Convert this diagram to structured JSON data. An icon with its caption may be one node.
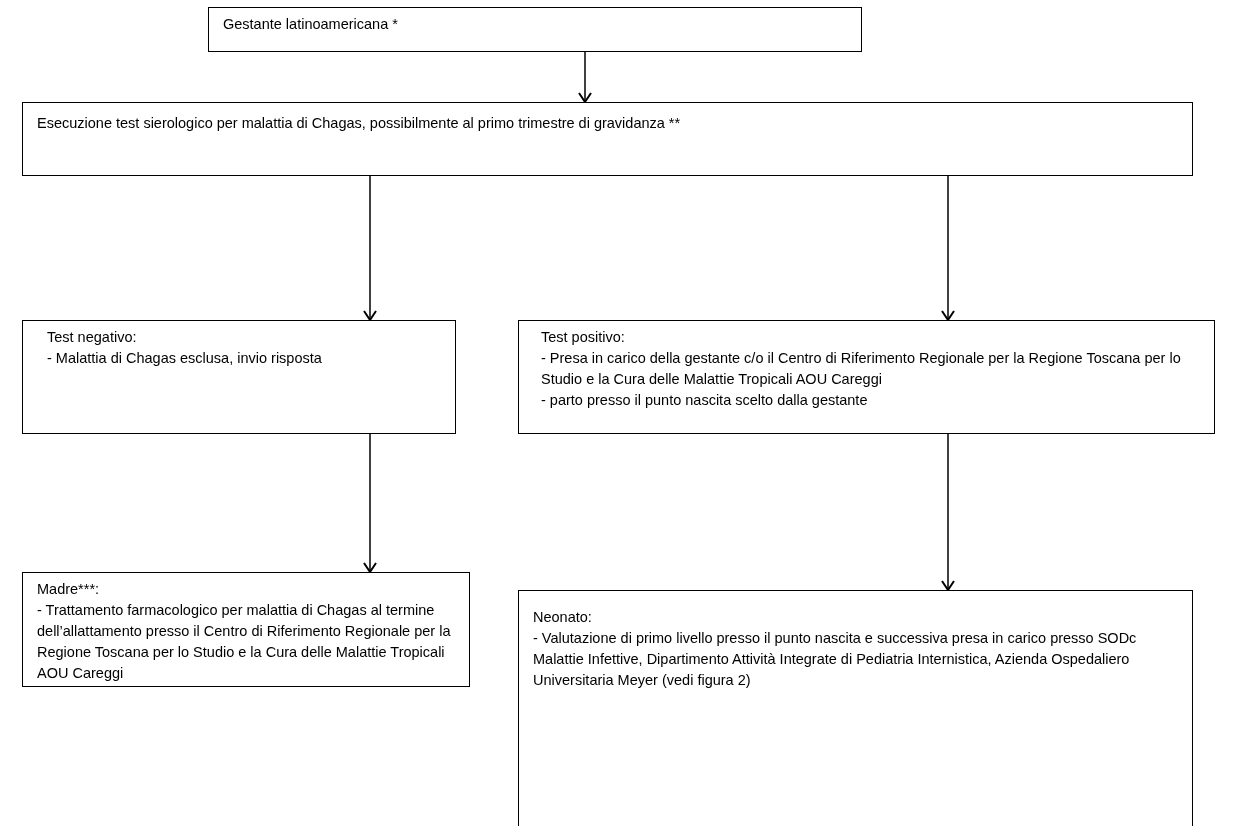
{
  "diagram": {
    "nodes": [
      {
        "text": [
          "Gestante latinoamericana *"
        ]
      },
      {
        "text": [
          "Esecuzione test sierologico per malattia di Chagas, possibilmente al primo trimestre di gravidanza **"
        ]
      },
      {
        "text": [
          "Test negativo:",
          "- Malattia di Chagas esclusa, invio risposta"
        ]
      },
      {
        "text": [
          "Test positivo:",
          "- Presa in carico della gestante c/o il Centro di Riferimento Regionale per la Regione Toscana per lo Studio e la Cura delle Malattie Tropicali AOU Careggi",
          "- parto presso il punto nascita scelto dalla gestante"
        ]
      },
      {
        "text": [
          "Madre***:",
          "- Trattamento farmacologico per malattia di Chagas al termine dell’allattamento presso il Centro di Riferimento Regionale per la Regione Toscana per lo Studio e la Cura delle Malattie Tropicali AOU Careggi"
        ]
      },
      {
        "text": [
          "Neonato:",
          "- Valutazione di primo livello presso il punto nascita e successiva presa in carico presso SODc Malattie Infettive, Dipartimento Attività Integrate di Pediatria Internistica, Azienda Ospedaliero Universitaria Meyer (vedi figura 2)"
        ]
      }
    ],
    "edges": [
      {
        "from": 0,
        "to": 1,
        "arrow": "to"
      },
      {
        "from": 1,
        "to": 2,
        "arrow": "to"
      },
      {
        "from": 1,
        "to": 3,
        "arrow": "to"
      },
      {
        "from": 2,
        "to": 4,
        "arrow": "to"
      },
      {
        "from": 3,
        "to": 5,
        "arrow": "to"
      }
    ]
  }
}
